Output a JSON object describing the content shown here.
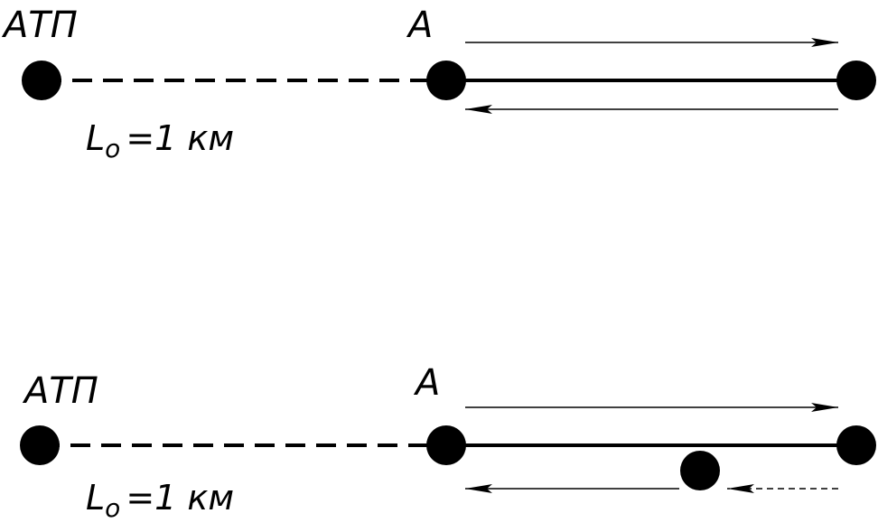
{
  "colors": {
    "ink": "#000000",
    "background": "#ffffff"
  },
  "top_scheme": {
    "depot_label": "АТП",
    "point_label": "A",
    "distance_symbol": "L",
    "distance_subscript": "o",
    "distance_value": "=1 км"
  },
  "bottom_scheme": {
    "depot_label": "АТП",
    "point_label": "A",
    "distance_symbol": "L",
    "distance_subscript": "o",
    "distance_value": "=1 км"
  }
}
